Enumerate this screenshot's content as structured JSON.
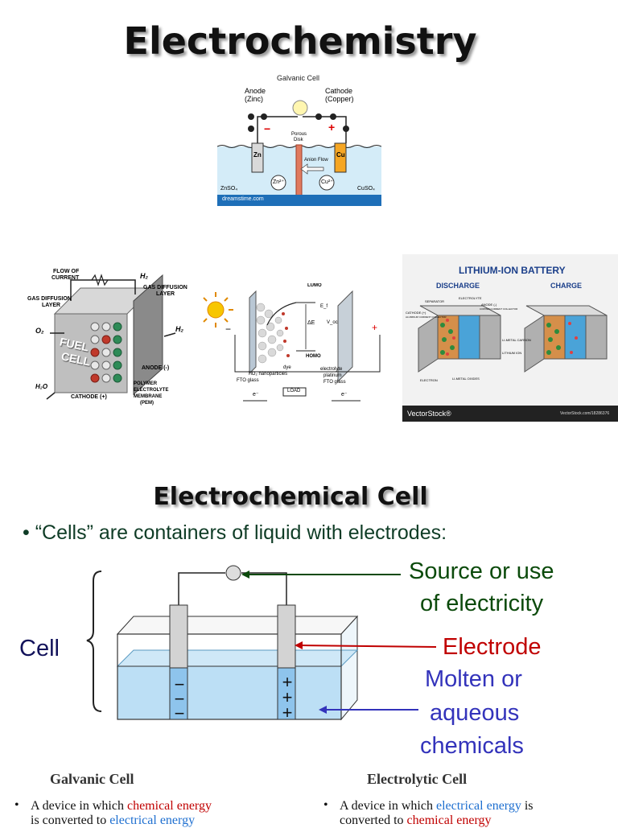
{
  "slide1": {
    "title": "Electrochemistry",
    "galvanic": {
      "title": "Galvanic Cell",
      "anode": "Anode",
      "anode_metal": "(Zinc)",
      "cathode": "Cathode",
      "cathode_metal": "(Copper)",
      "porous": "Porous",
      "porous2": "Disk",
      "anion_flow": "Anion Flow",
      "zn": "Zn",
      "cu": "Cu",
      "zn_ion": "Zn²⁺",
      "cu_ion": "Cu²⁺",
      "left_solution": "ZnSO₄",
      "right_solution": "CuSO₄",
      "minus": "−",
      "plus": "+",
      "footer": "dreamstime.com"
    },
    "fuel_cell": {
      "flow_label": "FLOW OF",
      "flow_label2": "CURRENT",
      "gdl_left": "GAS DIFFUSION",
      "gdl_left2": "LAYER",
      "gdl_right": "GAS DIFFUSION",
      "gdl_right2": "LAYER",
      "fuel": "FUEL",
      "cell": "CELL",
      "h2_top": "H₂",
      "h2_right": "H₂",
      "o2": "O₂",
      "h2o": "H₂O",
      "anode": "ANODE (-)",
      "cathode": "CATHODE (+)",
      "membrane1": "POLYMER",
      "membrane2": "ELECTROLYTE",
      "membrane3": "MEMBRANE",
      "membrane4": "(PEM)"
    },
    "dssc": {
      "lumo": "LUMO",
      "homo": "HOMO",
      "delta_e": "ΔE",
      "dye": "dye",
      "tio2": "TiO₂ nanoparticles",
      "electrolyte": "electrolyte",
      "platinum": "platinum",
      "fto_left": "FTO glass",
      "fto_right": "FTO glass",
      "load": "LOAD",
      "electron": "e⁻",
      "minus": "−",
      "plus": "+",
      "ef": "E_f",
      "voc": "V_oc"
    },
    "lithium": {
      "title": "LITHIUM-ION BATTERY",
      "discharge": "DISCHARGE",
      "charge": "CHARGE",
      "separator": "SEPARATOR",
      "electrolyte": "ELECTROLYTE",
      "anode": "ANODE (-)",
      "cathode": "CATHODE (+)",
      "al_collector": "ALUMINUM CURRENT COLLECTOR",
      "cu_collector": "COPPER CURRENT COLLECTOR",
      "li_metal_oxides": "LI-METAL OXIDES",
      "li_metal_carbon": "LI-METAL CARBON",
      "electron": "ELECTRON",
      "lithium_ion": "LITHIUM ION",
      "brand": "VectorStock®",
      "brand_url": "VectorStock.com/18286376"
    }
  },
  "slide2": {
    "title": "Electrochemical Cell",
    "bullet": "• “Cells” are containers of liquid with electrodes:",
    "label_cell": "Cell",
    "label_source1": "Source or use",
    "label_source2": "of electricity",
    "label_electrode": "Electrode",
    "label_molten1": "Molten or",
    "label_molten2": "aqueous",
    "label_molten3": "chemicals",
    "minus": "−",
    "plus": "+",
    "colors": {
      "green": "#0b4a0b",
      "red": "#c00000",
      "blue": "#3333bb",
      "navy": "#12125a"
    }
  },
  "slide3": {
    "galvanic_heading": "Galvanic Cell",
    "electrolytic_heading": "Electrolytic Cell",
    "galv_b1": "A device in which",
    "galv_b1_red": "chemical energy",
    "galv_b2": "is converted to",
    "galv_b2_blue": "electrical energy",
    "elec_b1": "A device in which",
    "elec_b1_blue": "electrical energy",
    "elec_b1_tail": "is",
    "elec_b2": "converted to",
    "elec_b2_red": "chemical energy",
    "bullet_mark": "•"
  }
}
